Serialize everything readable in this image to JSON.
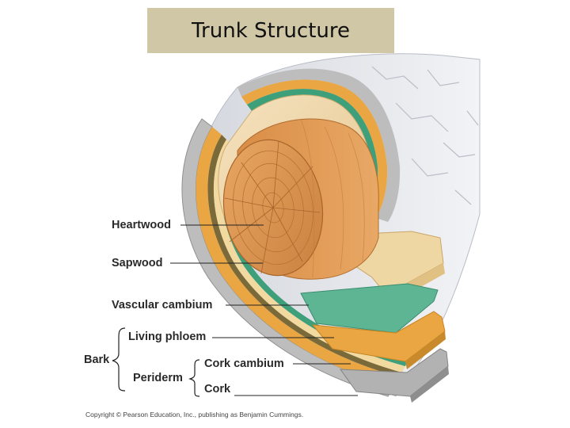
{
  "title": "Trunk Structure",
  "labels": {
    "heartwood": "Heartwood",
    "sapwood": "Sapwood",
    "vascular_cambium": "Vascular cambium",
    "living_phloem": "Living phloem",
    "bark": "Bark",
    "cork_cambium": "Cork cambium",
    "periderm": "Periderm",
    "cork": "Cork"
  },
  "copyright": "Copyright © Pearson Education, Inc., publishing as Benjamin Cummings.",
  "colors": {
    "title_background": "#cfc7a6",
    "heartwood": "#d9934f",
    "sapwood": "#f0d6a8",
    "vascular_cambium": "#4aa884",
    "living_phloem": "#e9a642",
    "cork": "#a9a9a9",
    "bark_outer": "#e6e9ee"
  }
}
